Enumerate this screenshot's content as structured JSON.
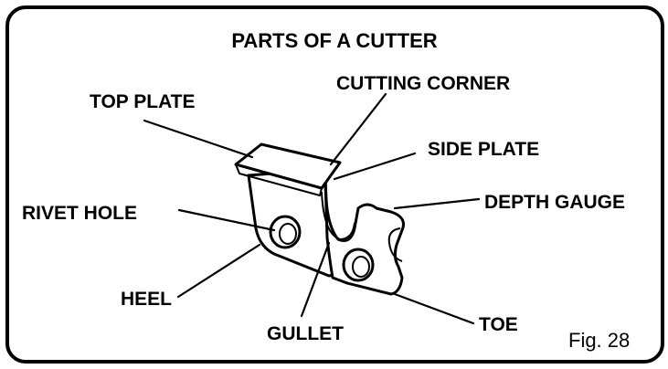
{
  "title": "PARTS OF A CUTTER",
  "labels": {
    "cutting_corner": "CUTTING CORNER",
    "top_plate": "TOP PLATE",
    "side_plate": "SIDE PLATE",
    "depth_gauge": "DEPTH GAUGE",
    "rivet_hole": "RIVET HOLE",
    "heel": "HEEL",
    "gullet": "GULLET",
    "toe": "TOE"
  },
  "figure_number": "Fig. 28",
  "colors": {
    "ink": "#000000",
    "background": "#ffffff"
  }
}
